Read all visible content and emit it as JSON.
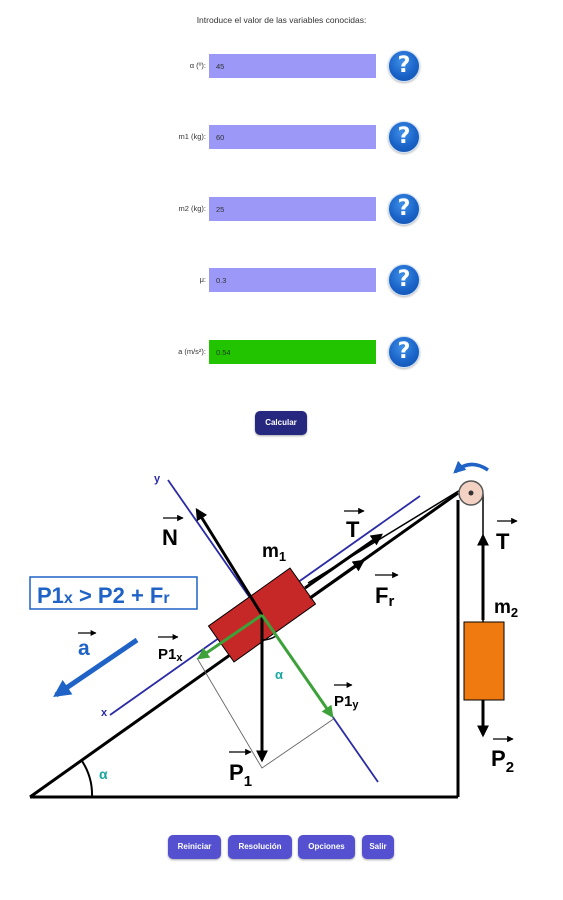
{
  "intro": "Introduce el valor de las variables conocidas:",
  "inputs": [
    {
      "label": "α (º):",
      "value": "45"
    },
    {
      "label": "m1 (kg):",
      "value": "60"
    },
    {
      "label": "m2 (kg):",
      "value": "25"
    },
    {
      "label": "μ:",
      "value": "0.3"
    },
    {
      "label": "a (m/s²):",
      "value": "0.54"
    }
  ],
  "help_glyph": "?",
  "buttons": {
    "calcular": "Calcular",
    "reiniciar": "Reiniciar",
    "resolucion": "Resolución",
    "opciones": "Opciones",
    "salir": "Salir"
  },
  "diagram": {
    "condition": {
      "p1": "P1",
      "p1_sub": "x",
      "gt": " > ",
      "p2": "P2",
      "plus": " + ",
      "f": "F",
      "f_sub": "r"
    },
    "labels": {
      "N": "N",
      "T": "T",
      "Fr_base": "F",
      "Fr_sub": "r",
      "m1_base": "m",
      "m1_sub": "1",
      "m2_base": "m",
      "m2_sub": "2",
      "P1_base": "P",
      "P1_sub": "1",
      "P2_base": "P",
      "P2_sub": "2",
      "P1x_base": "P1",
      "P1x_sub": "x",
      "P1y_base": "P1",
      "P1y_sub": "y",
      "a": "a",
      "alpha": "α",
      "axis_x": "x",
      "axis_y": "y"
    },
    "colors": {
      "block1": "#c62828",
      "block2": "#ef7a10",
      "green": "#3da13a",
      "blue_arrow": "#1f63c6",
      "axis": "#2b2ba6",
      "alpha": "#1aa7a0",
      "condition": "#1f63c6"
    }
  }
}
